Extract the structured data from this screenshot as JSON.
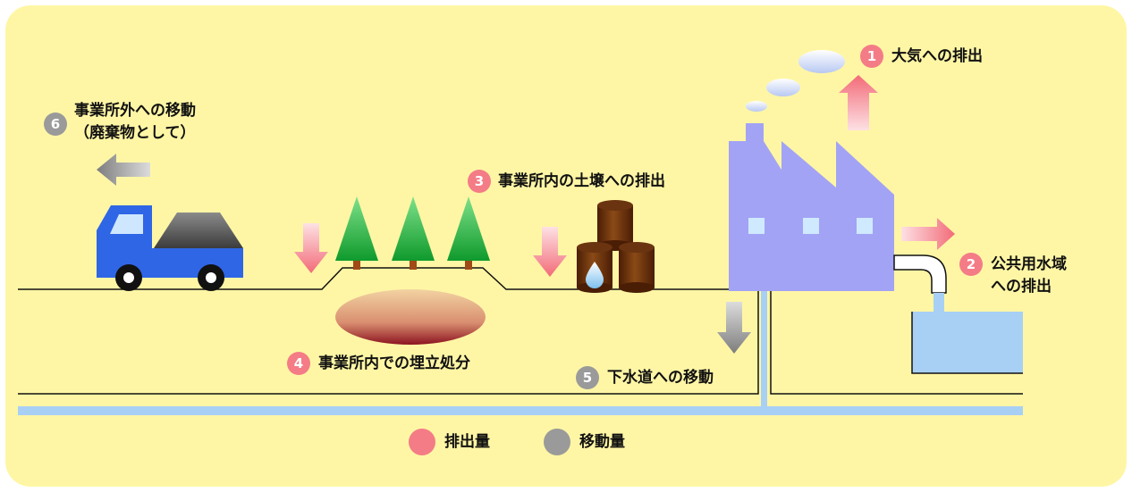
{
  "labels": {
    "n1": "1",
    "l1": "大気への排出",
    "n2": "2",
    "l2a": "公共用水域",
    "l2b": "への排出",
    "n3": "3",
    "l3": "事業所内の土壌への排出",
    "n4": "4",
    "l4": "事業所内での埋立処分",
    "n5": "5",
    "l5": "下水道への移動",
    "n6": "6",
    "l6a": "事業所外への移動",
    "l6b": "（廃棄物として）"
  },
  "legend": {
    "emission": "排出量",
    "transfer": "移動量"
  },
  "colors": {
    "background": "#fff6a5",
    "emission": "#f47c86",
    "transfer": "#9a9a9a",
    "factory": "#a3a3f5",
    "water": "#a8d0f5",
    "truck": "#2f66e6"
  }
}
